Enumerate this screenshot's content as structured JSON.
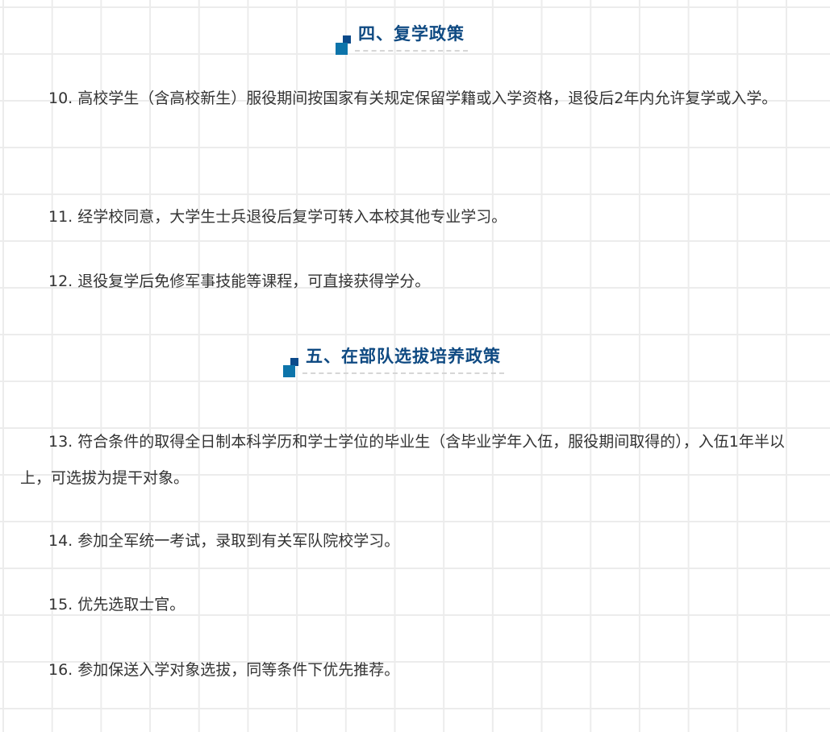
{
  "sections": [
    {
      "heading": "四、复学政策",
      "items": [
        "10. 高校学生（含高校新生）服役期间按国家有关规定保留学籍或入学资格，退役后2年内允许复学或入学。",
        "11. 经学校同意，大学生士兵退役后复学可转入本校其他专业学习。",
        "12. 退役复学后免修军事技能等课程，可直接获得学分。"
      ]
    },
    {
      "heading": "五、在部队选拔培养政策",
      "items": [
        "13. 符合条件的取得全日制本科学历和学士学位的毕业生（含毕业学年入伍，服役期间取得的），入伍1年半以上，可选拔为提干对象。",
        "14. 参加全军统一考试，录取到有关军队院校学习。",
        "15. 优先选取士官。",
        "16. 参加保送入学对象选拔，同等条件下优先推荐。"
      ]
    }
  ]
}
